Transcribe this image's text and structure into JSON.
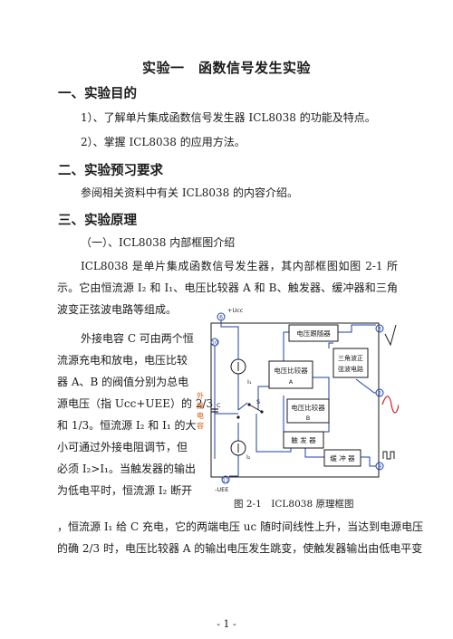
{
  "title": "实验一　函数信号发生实验",
  "sections": {
    "s1": {
      "heading": "一、实验目的",
      "items": [
        "1）、了解单片集成函数信号发生器 ICL8038 的功能及特点。",
        "2）、掌握 ICL8038 的应用方法。"
      ]
    },
    "s2": {
      "heading": "二、实验预习要求",
      "text": "参阅相关资料中有关 ICL8038 的内容介绍。"
    },
    "s3": {
      "heading": "三、实验原理",
      "sub": "（一）、ICL8038 内部框图介绍",
      "para1": "ICL8038 是单片集成函数信号发生器，其内部框图如图 2-1 所示。它由恒流源 I₂ 和 I₁、电压比较器 A 和 B、触发器、缓冲器和三角波变正弦波电路等组成。",
      "side": [
        "外接电容 C 可由两个恒",
        "流源充电和放电，电压比较",
        "器 A、B 的阀值分别为总电",
        "源电压（指 Ucc+UEE）的 2/3",
        "和 1/3。恒流源 I₂ 和 I₁ 的大",
        "小可通过外接电阻调节，但",
        "必须 I₂>I₁。当触发器的输出",
        "为低电平时，恒流源 I₂ 断开"
      ],
      "cont1": "，恒流源 I₁ 给 C 充电，它的两端电压 uc 随时间线性上升，当达到电源电压",
      "cont2": "的确 2/3 时，电压比较器 A 的输出电压发生跳变，使触发器输出由低电平变"
    }
  },
  "figure": {
    "caption": "图 2-1　ICL8038 原理框图",
    "labels": {
      "ucc": "+Ucc",
      "uee": "-UEE",
      "follower": "电压跟随器",
      "tri2sin": [
        "三角波正",
        "弦波电路"
      ],
      "compA": [
        "电压比较器",
        "A"
      ],
      "compB": [
        "电压比较器",
        "B"
      ],
      "trigger": "触 发 器",
      "buffer": "缓 冲 器",
      "ext_cap": [
        "外",
        "接",
        "电",
        "容"
      ],
      "cap": "C",
      "i1": "I₁",
      "i2": "I₂",
      "s": "S",
      "pins": [
        "6",
        "10",
        "11",
        "3",
        "2",
        "9"
      ]
    },
    "colors": {
      "line": "#1c3fa6",
      "box": "#1a1a1a",
      "sine": "#d02020",
      "pin": "#1c3fa6"
    }
  },
  "page_number": "- 1 -"
}
